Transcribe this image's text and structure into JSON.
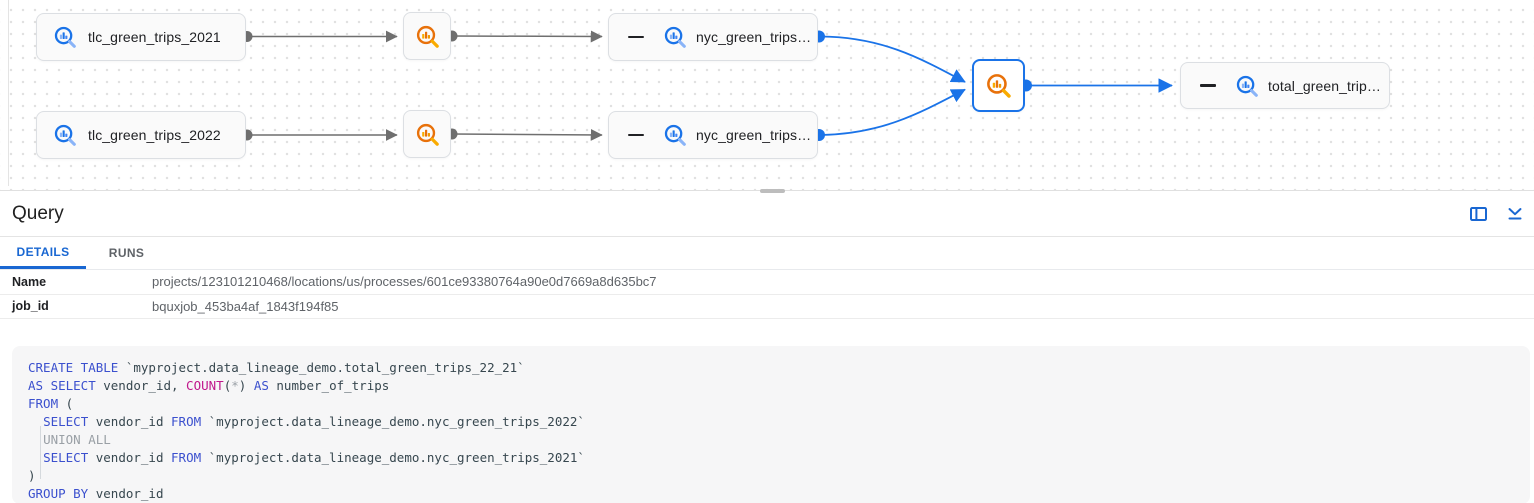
{
  "graph": {
    "nodes": {
      "tlc_2021": {
        "label": "tlc_green_trips_2021",
        "type": "table"
      },
      "tlc_2022": {
        "label": "tlc_green_trips_2022",
        "type": "table"
      },
      "nyc_1": {
        "label": "nyc_green_trips…",
        "type": "table",
        "collapsed_control": "minus"
      },
      "nyc_2": {
        "label": "nyc_green_trips…",
        "type": "table",
        "collapsed_control": "minus"
      },
      "total": {
        "label": "total_green_trip…",
        "type": "table",
        "collapsed_control": "minus"
      }
    },
    "colors": {
      "edge_gray": "#6f6f6f",
      "edge_blue": "#1a73e8",
      "selected_border": "#1a73e8",
      "table_icon_blue": "#1a73e8",
      "process_icon_orange": "#e8710a"
    }
  },
  "panel": {
    "title": "Query",
    "tabs": [
      {
        "label": "DETAILS",
        "active": true
      },
      {
        "label": "RUNS",
        "active": false
      }
    ],
    "details": [
      {
        "label": "Name",
        "value": "projects/123101210468/locations/us/processes/601ce93380764a90e0d7669a8d635bc7"
      },
      {
        "label": "job_id",
        "value": "bquxjob_453ba4af_1843f194f85"
      }
    ],
    "header_icons": [
      "split-view-icon",
      "collapse-panel-icon"
    ],
    "accent_color": "#1967d2"
  },
  "code": {
    "language": "sql",
    "lines": [
      [
        {
          "c": "kw",
          "t": "CREATE TABLE"
        },
        {
          "c": "id",
          "t": " `myproject.data_lineage_demo.total_green_trips_22_21`"
        }
      ],
      [
        {
          "c": "kw",
          "t": "AS SELECT"
        },
        {
          "c": "id",
          "t": " vendor_id, "
        },
        {
          "c": "fn",
          "t": "COUNT"
        },
        {
          "c": "id",
          "t": "("
        },
        {
          "c": "gr",
          "t": "*"
        },
        {
          "c": "id",
          "t": ") "
        },
        {
          "c": "kw",
          "t": "AS"
        },
        {
          "c": "id",
          "t": " number_of_trips"
        }
      ],
      [
        {
          "c": "kw",
          "t": "FROM"
        },
        {
          "c": "id",
          "t": " ("
        }
      ],
      [
        {
          "c": "id",
          "t": "  "
        },
        {
          "c": "kw",
          "t": "SELECT"
        },
        {
          "c": "id",
          "t": " vendor_id "
        },
        {
          "c": "kw",
          "t": "FROM"
        },
        {
          "c": "id",
          "t": " `myproject.data_lineage_demo.nyc_green_trips_2022`"
        }
      ],
      [
        {
          "c": "id",
          "t": "  "
        },
        {
          "c": "gr",
          "t": "UNION ALL"
        }
      ],
      [
        {
          "c": "id",
          "t": "  "
        },
        {
          "c": "kw",
          "t": "SELECT"
        },
        {
          "c": "id",
          "t": " vendor_id "
        },
        {
          "c": "kw",
          "t": "FROM"
        },
        {
          "c": "id",
          "t": " `myproject.data_lineage_demo.nyc_green_trips_2021`"
        }
      ],
      [
        {
          "c": "id",
          "t": ")"
        }
      ],
      [
        {
          "c": "kw",
          "t": "GROUP BY"
        },
        {
          "c": "id",
          "t": " vendor_id"
        }
      ]
    ]
  }
}
